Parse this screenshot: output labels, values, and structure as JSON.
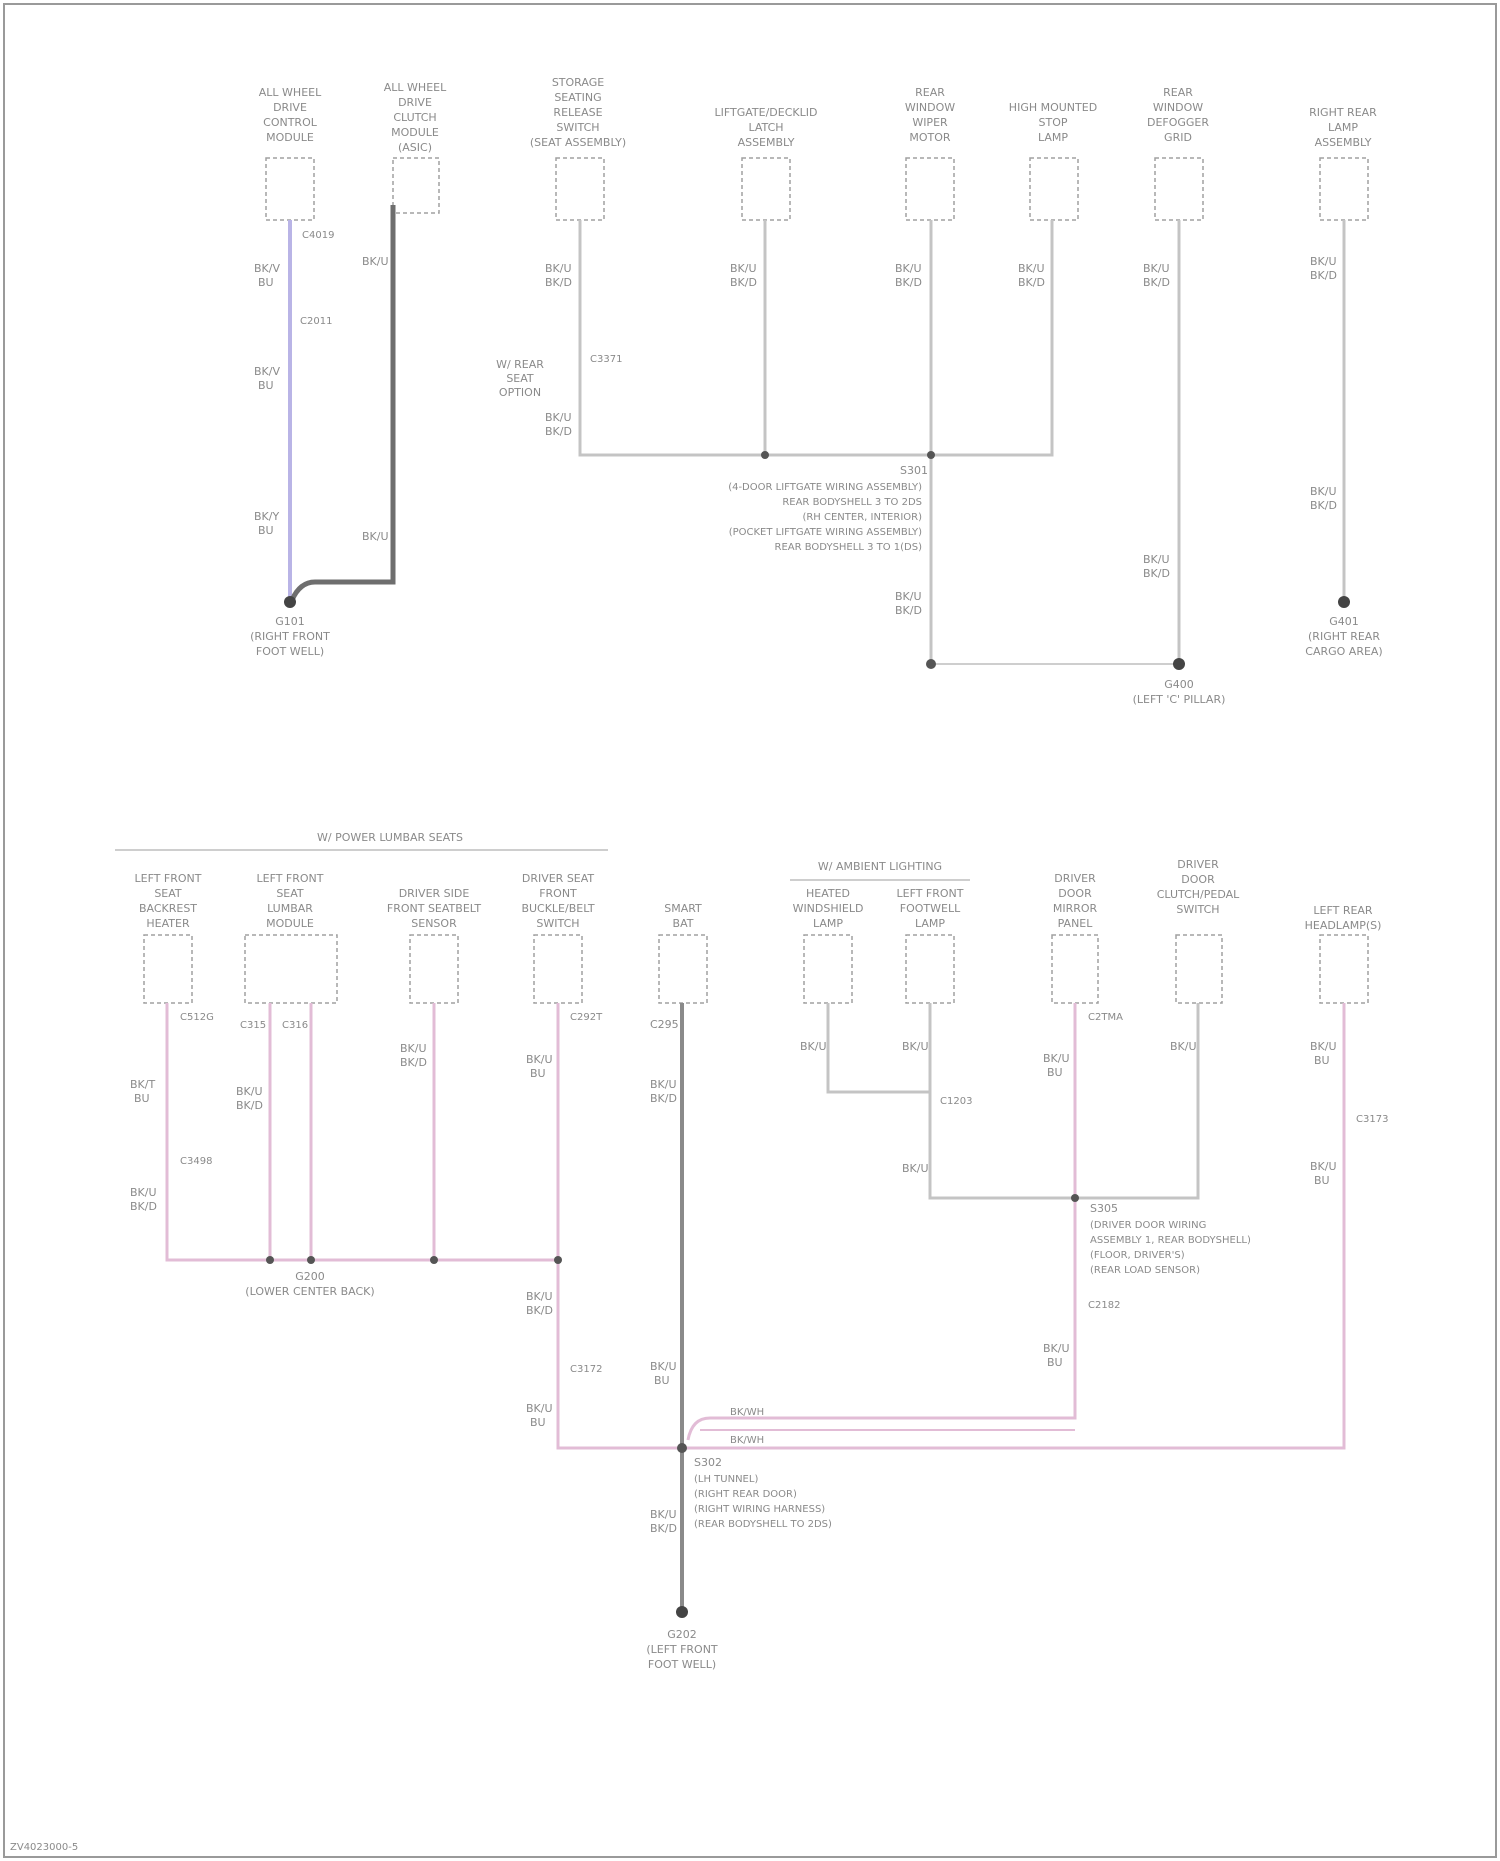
{
  "top_components": [
    {
      "id": "c1",
      "label": [
        "ALL WHEEL",
        "DRIVE",
        "CONTROL",
        "MODULE"
      ]
    },
    {
      "id": "c2",
      "label": [
        "ALL WHEEL",
        "DRIVE",
        "CLUTCH",
        "MODULE",
        "(ASIC)"
      ]
    },
    {
      "id": "c3",
      "label": [
        "STORAGE",
        "SEATING",
        "RELEASE",
        "SWITCH",
        "(SEAT ASSEMBLY)"
      ]
    },
    {
      "id": "c4",
      "label": [
        "LIFTGATE/DECKLID",
        "LATCH",
        "ASSEMBLY"
      ]
    },
    {
      "id": "c5",
      "label": [
        "REAR",
        "WINDOW",
        "WIPER",
        "MOTOR"
      ]
    },
    {
      "id": "c6",
      "label": [
        "HIGH MOUNTED",
        "STOP",
        "LAMP"
      ]
    },
    {
      "id": "c7",
      "label": [
        "REAR",
        "WINDOW",
        "DEFOGGER",
        "GRID"
      ]
    },
    {
      "id": "c8",
      "label": [
        "RIGHT REAR",
        "LAMP",
        "ASSEMBLY"
      ]
    }
  ],
  "top_wire_labels": {
    "c1_top": [
      "BK/V",
      "BU"
    ],
    "c1_mid": [
      "BK/V",
      "BU"
    ],
    "c1_low": [
      "BK/Y",
      "BU"
    ],
    "c2_top": "BK/U",
    "c2_low": "BK/U",
    "c3": [
      "BK/U",
      "BK/D"
    ],
    "c3_low": [
      "BK/U",
      "BK/D"
    ],
    "c3_side": [
      "W/ REAR",
      "SEAT",
      "OPTION"
    ],
    "c4": [
      "BK/U",
      "BK/D"
    ],
    "c5": [
      "BK/U",
      "BK/D"
    ],
    "c6": [
      "BK/U",
      "BK/D"
    ],
    "c7": [
      "BK/U",
      "BK/D"
    ],
    "c7_low": [
      "BK/U",
      "BK/D"
    ],
    "c8": [
      "BK/U",
      "BK/D"
    ],
    "c8_low": [
      "BK/U",
      "BK/D"
    ],
    "s_trunk": [
      "BK/U",
      "BK/D"
    ]
  },
  "top_splice_codes": [
    "C4019",
    "C2011",
    "C3371"
  ],
  "top_splice": {
    "id": "S301",
    "lines": [
      "(4-DOOR LIFTGATE WIRING ASSEMBLY)",
      "REAR BODYSHELL 3 TO 2DS",
      "(RH CENTER, INTERIOR)",
      "(POCKET LIFTGATE WIRING ASSEMBLY)",
      "REAR BODYSHELL 3 TO 1(DS)"
    ]
  },
  "top_grounds": [
    {
      "id": "G101",
      "lines": [
        "G101",
        "(RIGHT FRONT",
        "FOOT WELL)"
      ]
    },
    {
      "id": "G400",
      "lines": [
        "G400",
        "(LEFT 'C' PILLAR)"
      ]
    },
    {
      "id": "G401",
      "lines": [
        "G401",
        "(RIGHT REAR",
        "CARGO AREA)"
      ]
    }
  ],
  "bottom_left_bracket": "W/ POWER LUMBAR SEATS",
  "bottom_left_components": [
    {
      "id": "b1",
      "label": [
        "LEFT FRONT",
        "SEAT",
        "BACKREST",
        "HEATER"
      ]
    },
    {
      "id": "b2",
      "label": [
        "LEFT FRONT",
        "SEAT",
        "LUMBAR",
        "MODULE"
      ]
    },
    {
      "id": "b3",
      "label": [
        "DRIVER SIDE",
        "FRONT SEATBELT",
        "SENSOR"
      ]
    },
    {
      "id": "b4",
      "label": [
        "DRIVER SEAT",
        "FRONT",
        "BUCKLE/BELT",
        "SWITCH"
      ]
    },
    {
      "id": "b5",
      "label": [
        "SMART",
        "BAT"
      ]
    }
  ],
  "bottom_right_bracket": "W/ AMBIENT LIGHTING",
  "bottom_right_components": [
    {
      "id": "r1",
      "label": [
        "HEATED",
        "WINDSHIELD",
        "LAMP"
      ]
    },
    {
      "id": "r2",
      "label": [
        "LEFT FRONT",
        "FOOTWELL",
        "LAMP"
      ]
    },
    {
      "id": "r3",
      "label": [
        "DRIVER",
        "DOOR",
        "MIRROR",
        "PANEL"
      ]
    },
    {
      "id": "r4",
      "label": [
        "DRIVER",
        "DOOR",
        "CLUTCH/PEDAL",
        "SWITCH"
      ]
    },
    {
      "id": "r5",
      "label": [
        "LEFT REAR",
        "HEADLAMP(S)"
      ]
    }
  ],
  "bottom_wire_labels": {
    "b1_top": "C512G",
    "b1_mid": [
      "BK/T",
      "BU"
    ],
    "b1_low": [
      "BK/U",
      "BK/D"
    ],
    "b2_top": [
      "C315",
      "C316"
    ],
    "b2_mid": [
      "BK/U",
      "BK/D"
    ],
    "b3": [
      "BK/U",
      "BK/D"
    ],
    "b4_top": "C292T",
    "b4_mid": [
      "BK/U",
      "BU"
    ],
    "b4_low1": [
      "BK/U",
      "BK/D"
    ],
    "b4_low2": [
      "BK/U",
      "BU"
    ],
    "b5_top": "C295",
    "b5_mid": [
      "BK/U",
      "BK/D"
    ],
    "b5_low": [
      "BK/U",
      "BU"
    ],
    "r1": "BK/U",
    "r2": "BK/U",
    "r2_low": "BK/U",
    "r3_top": "C2TMA",
    "r3_mid": [
      "BK/U",
      "BU"
    ],
    "r3_low": [
      "BK/U",
      "BU"
    ],
    "r4": "BK/U",
    "r5_top": [
      "BK/U",
      "BU"
    ],
    "r5_low": [
      "BK/U",
      "BU"
    ],
    "main_low": [
      "BK/U",
      "BK/D"
    ],
    "bus": [
      "BK/WH",
      "BK/WH"
    ]
  },
  "bottom_splice_codes": [
    "C3498",
    "C3172",
    "C1203",
    "C2182",
    "C3173"
  ],
  "bottom_splice_r": {
    "id": "S305",
    "lines": [
      "(DRIVER DOOR WIRING",
      "ASSEMBLY 1, REAR BODYSHELL)",
      "(FLOOR, DRIVER'S)",
      "(REAR LOAD SENSOR)"
    ]
  },
  "g200": {
    "id": "G200",
    "lines": [
      "G200",
      "(LOWER CENTER BACK)"
    ]
  },
  "main_splice": {
    "id": "S302",
    "lines": [
      "(LH TUNNEL)",
      "(RIGHT REAR DOOR)",
      "(RIGHT WIRING HARNESS)",
      "(REAR BODYSHELL TO 2DS)"
    ]
  },
  "g202": {
    "id": "G202",
    "lines": [
      "G202",
      "(LEFT FRONT",
      "FOOT WELL)"
    ]
  },
  "footer": "ZV4023000-5"
}
